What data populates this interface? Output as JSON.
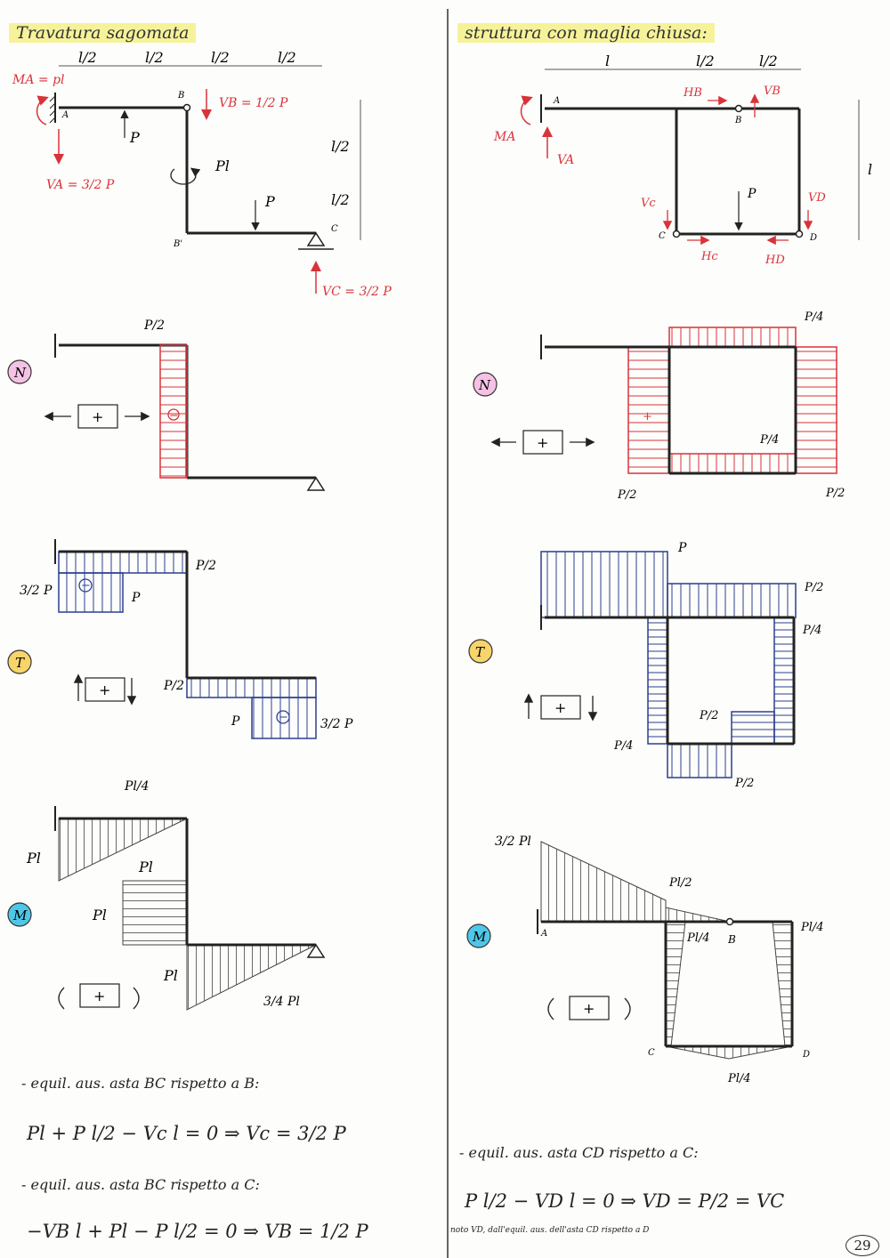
{
  "left": {
    "title": "Travatura sagomata",
    "spans": [
      "l/2",
      "l/2",
      "l/2",
      "l/2"
    ],
    "side_dims": [
      "l/2",
      "l/2"
    ],
    "nodes": {
      "A": "A",
      "B": "B",
      "Bp": "B'",
      "C": "C"
    },
    "reactions": {
      "MA": "MA = pl",
      "VA": "VA = 3/2 P",
      "VB": "VB = 1/2 P",
      "VC": "VC = 3/2 P"
    },
    "loads": {
      "P1": "P",
      "P2": "P",
      "moment": "Pl"
    },
    "N": {
      "label": "N",
      "top": "P/2",
      "sign": "−",
      "conv": "+"
    },
    "T": {
      "label": "T",
      "left": "3/2 P",
      "top_right": "P/2",
      "a": "P",
      "mid_left": "P/2",
      "b": "P",
      "right": "3/2 P",
      "s1": "−",
      "s2": "−",
      "conv": "+"
    },
    "M": {
      "label": "M",
      "top": "Pl/4",
      "left": "Pl",
      "vert_top": "Pl",
      "vert_left": "Pl",
      "bottom": "Pl",
      "right": "3/4 Pl",
      "conv": "+"
    },
    "eq1_title": "- equil. aus. asta BC rispetto a B:",
    "eq1": "Pl + P l/2 − Vc l = 0 ⇒ Vc = 3/2 P",
    "eq2_title": "- equil. aus. asta BC rispetto a C:",
    "eq2": "−VB l + Pl − P l/2 = 0 ⇒ VB = 1/2 P"
  },
  "right": {
    "title": "struttura con maglia chiusa:",
    "spans": [
      "l",
      "l/2",
      "l/2"
    ],
    "side_dim": "l",
    "nodes": {
      "A": "A",
      "B": "B",
      "C": "C",
      "D": "D"
    },
    "reactions": {
      "MA": "MA",
      "VA": "VA",
      "HB": "HB",
      "VB": "VB",
      "VC": "Vc",
      "VD": "VD",
      "HC": "Hc",
      "HD": "HD"
    },
    "load": "P",
    "N": {
      "label": "N",
      "top": "P/4",
      "inner": "P/4",
      "bl": "P/2",
      "br": "P/2",
      "s": "+",
      "conv": "+"
    },
    "T": {
      "label": "T",
      "top": "P",
      "r1": "P/2",
      "r2": "P/4",
      "l1": "P/4",
      "inner": "P/2",
      "bot": "P/2",
      "conv": "+"
    },
    "M": {
      "label": "M",
      "left": "3/2 Pl",
      "mid": "Pl/2",
      "b": "Pl/4",
      "r": "Pl/4",
      "bot": "Pl/4",
      "conv": "+"
    },
    "eq_title": "- equil. aus. asta CD rispetto a C:",
    "eq": "P l/2 − VD l = 0 ⇒ VD = P/2 = VC",
    "note": "noto VD, dall'equil. aus. dell'asta CD rispetto a D"
  },
  "page": "29",
  "colors": {
    "red": "#d8333a",
    "blue": "#2d3f8f",
    "black": "#222222",
    "highlight": "#f6f29a",
    "pink": "#f5c2e6",
    "yellow": "#f7d56a",
    "cyan": "#4fc7e8"
  }
}
